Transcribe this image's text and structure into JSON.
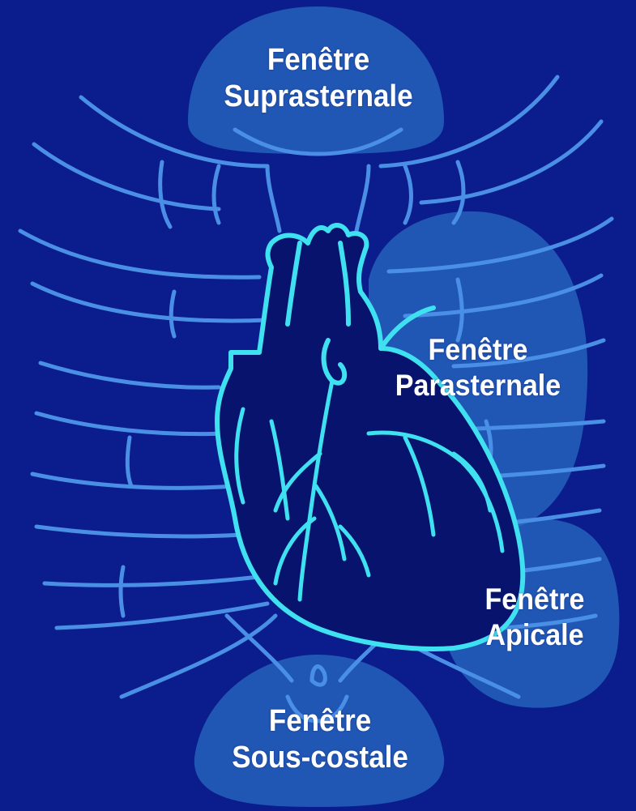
{
  "colors": {
    "background": "#0b1c8c",
    "window_fill": "#2a6fc4",
    "rib_stroke": "#4a8fe6",
    "heart_stroke": "#3fe0f0",
    "label_text": "#ffffff"
  },
  "windows": {
    "suprasternale": {
      "line1": "Fenêtre",
      "line2": "Suprasternale"
    },
    "parasternale": {
      "line1": "Fenêtre",
      "line2": "Parasternale"
    },
    "apicale": {
      "line1": "Fenêtre",
      "line2": "Apicale"
    },
    "sous_costale": {
      "line1": "Fenêtre",
      "line2": "Sous-costale"
    }
  }
}
